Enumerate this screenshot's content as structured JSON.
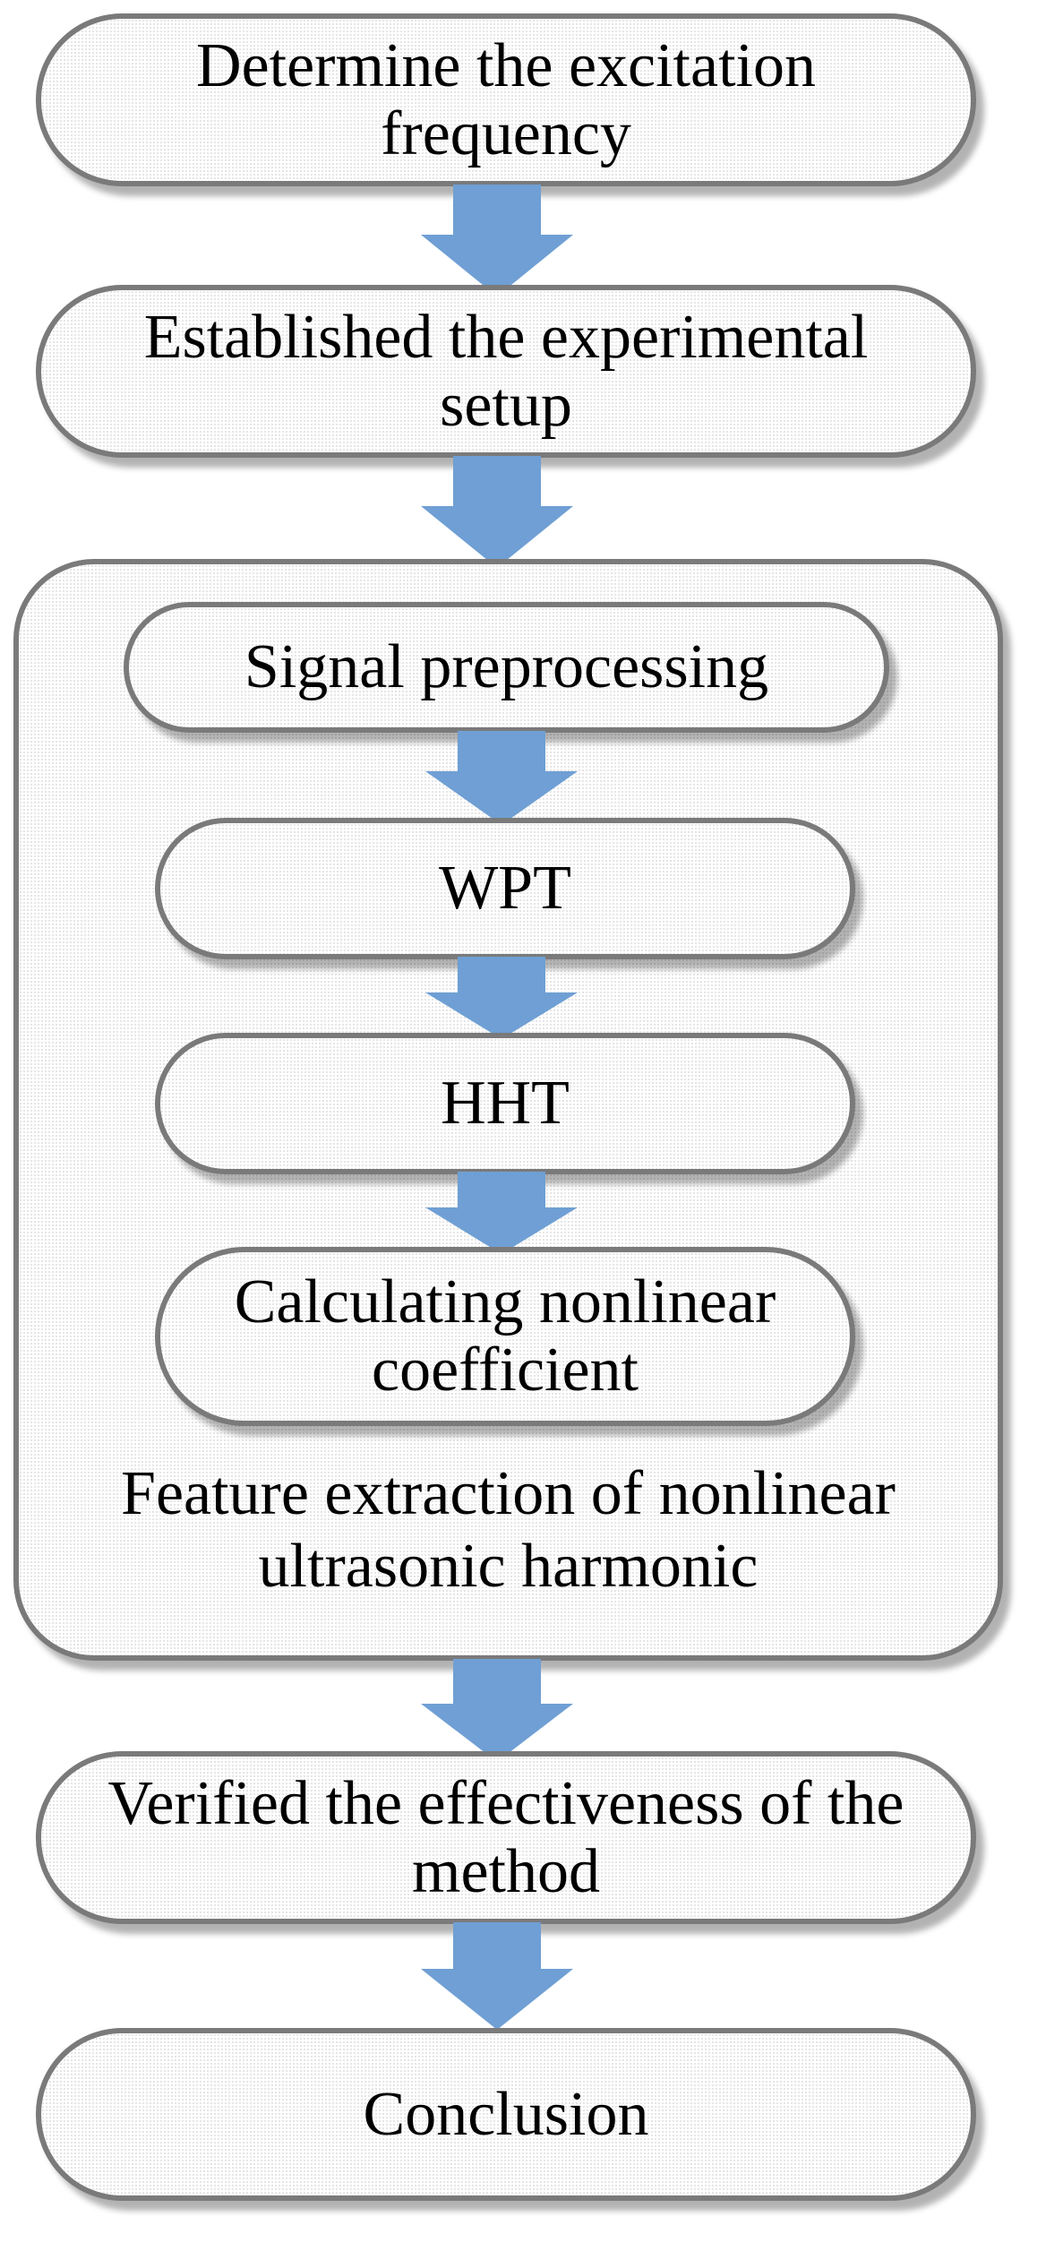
{
  "steps": {
    "step1": "Determine the excitation frequency",
    "step2": "Established the experimental setup",
    "group": {
      "label": "Feature extraction of nonlinear ultrasonic harmonic",
      "substeps": {
        "sub1": "Signal preprocessing",
        "sub2": "WPT",
        "sub3": "HHT",
        "sub4": "Calculating nonlinear coefficient"
      }
    },
    "step3": "Verified the effectiveness of the method",
    "step4": "Conclusion"
  },
  "colors": {
    "arrow": "#6f9fd4",
    "border": "#7a7a7a",
    "text": "#000000"
  }
}
